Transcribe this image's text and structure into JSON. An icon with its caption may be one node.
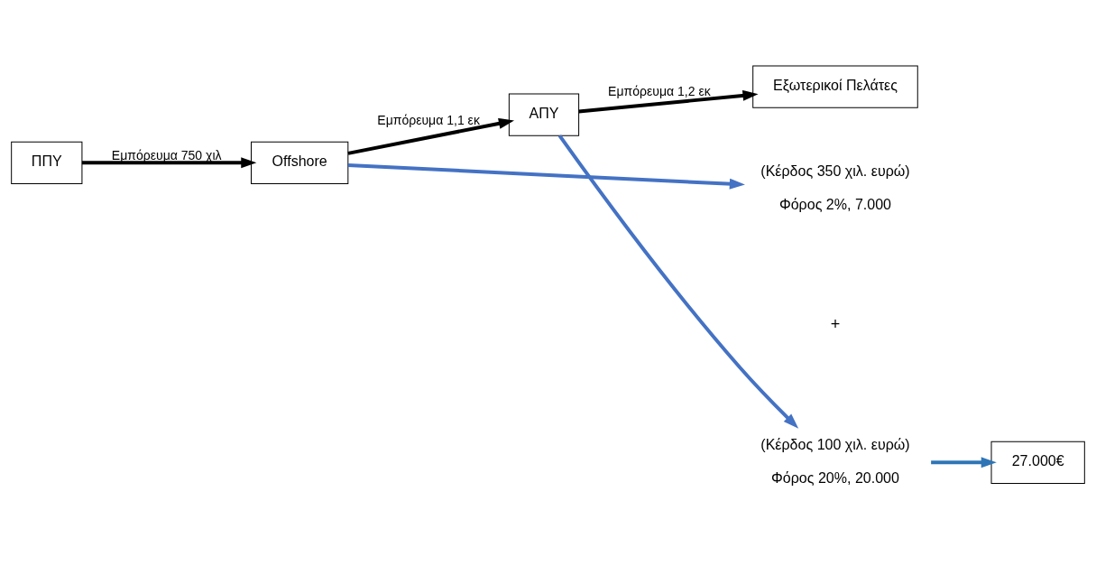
{
  "diagram": {
    "nodes": [
      {
        "text": [
          "ΠΠΥ"
        ]
      },
      {
        "text": [
          "Offshore"
        ]
      },
      {
        "text": [
          "ΑΠΥ"
        ]
      },
      {
        "text": [
          "Εξωτερικοί Πελάτες"
        ]
      },
      {
        "text": [
          "(Κέρδος 350 χιλ. ευρώ)"
        ],
        "beside": [
          "Φόρος 2%, 7.000"
        ]
      },
      {
        "text": [
          "(Κέρδος 100 χιλ. ευρώ)"
        ],
        "beside": [
          "Φόρος 20%, 20.000"
        ]
      },
      {
        "text": [
          "27.000€"
        ]
      }
    ],
    "edges": [
      {
        "from": 0,
        "to": 1,
        "arrow": "to",
        "label": "Εμπόρευμα 750 χιλ",
        "color": "#000000"
      },
      {
        "from": 1,
        "to": 2,
        "arrow": "to",
        "label": "Εμπόρευμα 1,1 εκ",
        "color": "#000000"
      },
      {
        "from": 2,
        "to": 3,
        "arrow": "to",
        "label": "Εμπόρευμα 1,2 εκ",
        "color": "#000000"
      },
      {
        "from": 1,
        "to": 4,
        "arrow": "to",
        "color": "#4472c4"
      },
      {
        "from": 2,
        "to": 5,
        "arrow": "to",
        "color": "#4472c4"
      },
      {
        "from": 5,
        "to": 6,
        "arrow": "to",
        "color": "#2e75b6"
      }
    ],
    "labels": [
      "+"
    ]
  }
}
